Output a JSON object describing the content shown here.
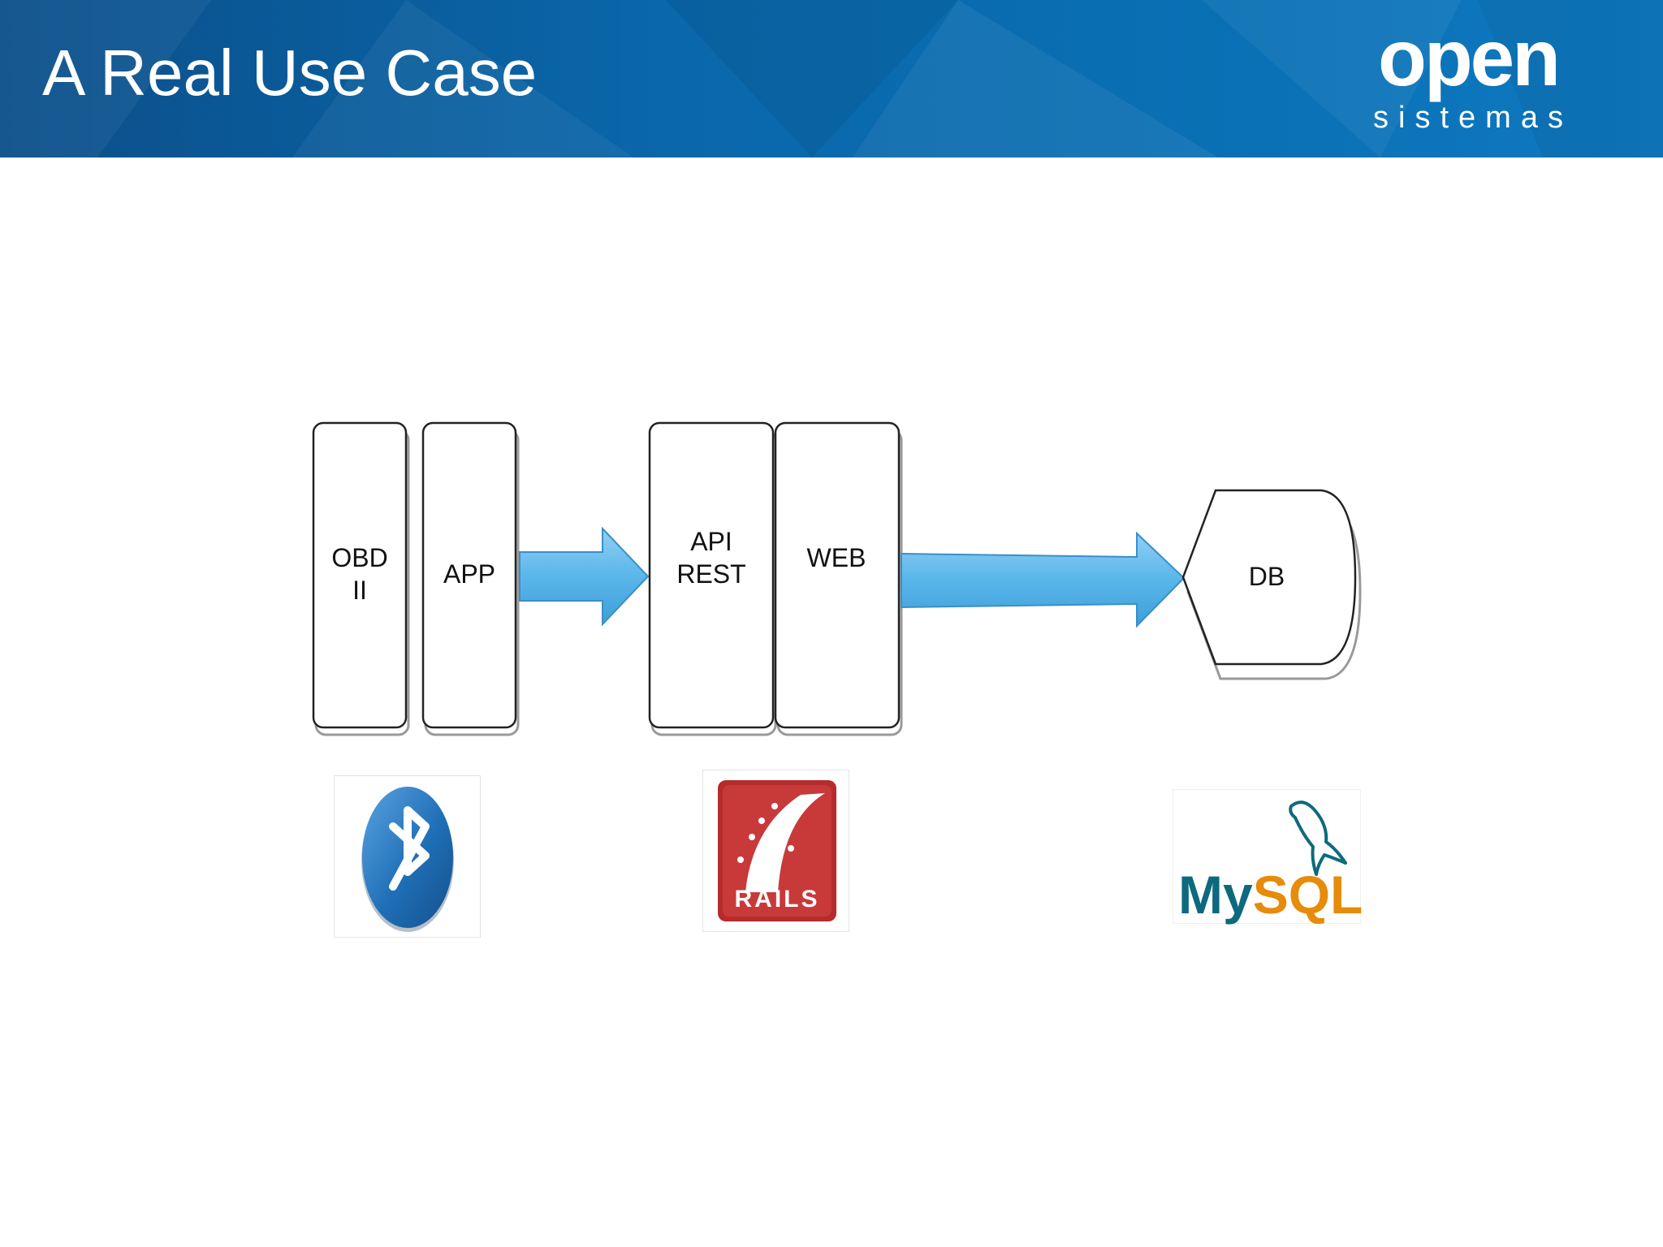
{
  "slide": {
    "title": "A Real Use Case"
  },
  "brand": {
    "logo_top": "open",
    "logo_bottom": "sistemas"
  },
  "diagram": {
    "boxes": {
      "obd_line1": "OBD",
      "obd_line2": "II",
      "app": "APP",
      "api_line1": "API",
      "api_line2": "REST",
      "web": "WEB",
      "db": "DB"
    },
    "logos": {
      "bluetooth": "bluetooth-icon",
      "rails": "RAILS",
      "mysql_my": "My",
      "mysql_sql": "SQL"
    }
  },
  "colors": {
    "header": "#0a67aa",
    "arrow": "#5ab6ea",
    "box_border": "#222222",
    "rails_red": "#b62b2b",
    "mysql_blue": "#0d6a7e",
    "mysql_orange": "#e78b0a",
    "bluetooth_blue": "#1f6fb7"
  }
}
